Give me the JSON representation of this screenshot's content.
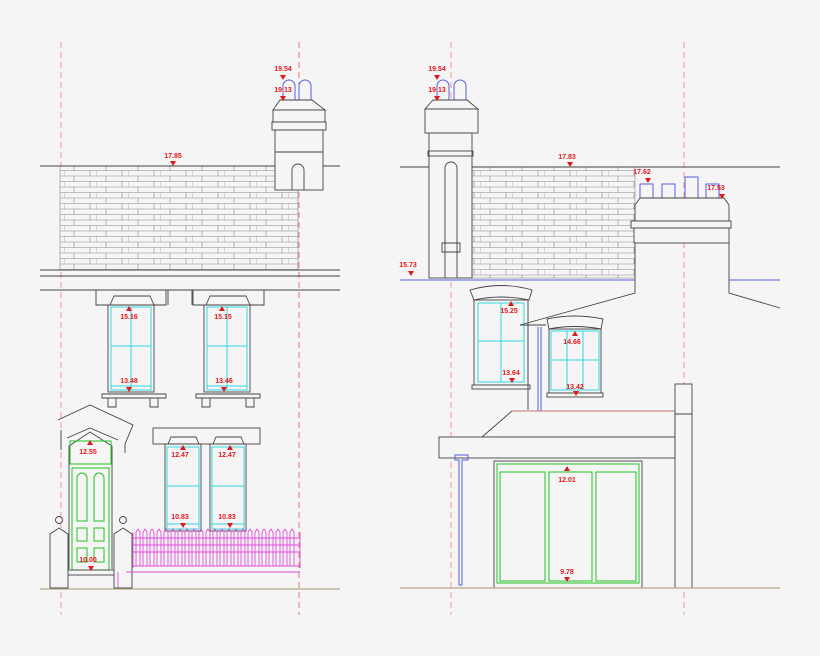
{
  "colors": {
    "annotation": "#e0191c",
    "window": "#33d6e0",
    "door": "#22c422",
    "railing": "#e04ad8",
    "flue": "#5560e0",
    "linework": "#444444",
    "centerline": "#f08080"
  },
  "left_elevation": {
    "levels": {
      "chimney_pot_top": "19.54",
      "chimney_top": "19.13",
      "ridge": "17.85",
      "window_1_head": "15.16",
      "window_2_head": "15.15",
      "window_1_sill": "13.48",
      "window_2_sill": "13.46",
      "door_head": "12.55",
      "bay_1_head": "12.47",
      "bay_2_head": "12.47",
      "bay_1_sill": "10.83",
      "bay_2_sill": "10.83",
      "door_threshold": "10.00"
    }
  },
  "right_elevation": {
    "levels": {
      "chimney_pot_top": "19.54",
      "chimney_top": "19.13",
      "ridge": "17.83",
      "stack_pot_top": "17.62",
      "stack_top": "17.53",
      "eaves": "15.73",
      "window_1_head": "15.25",
      "window_2_head": "14.66",
      "window_1_sill": "13.64",
      "window_2_sill": "13.42",
      "doors_head": "12.01",
      "doors_threshold": "9.78"
    }
  }
}
